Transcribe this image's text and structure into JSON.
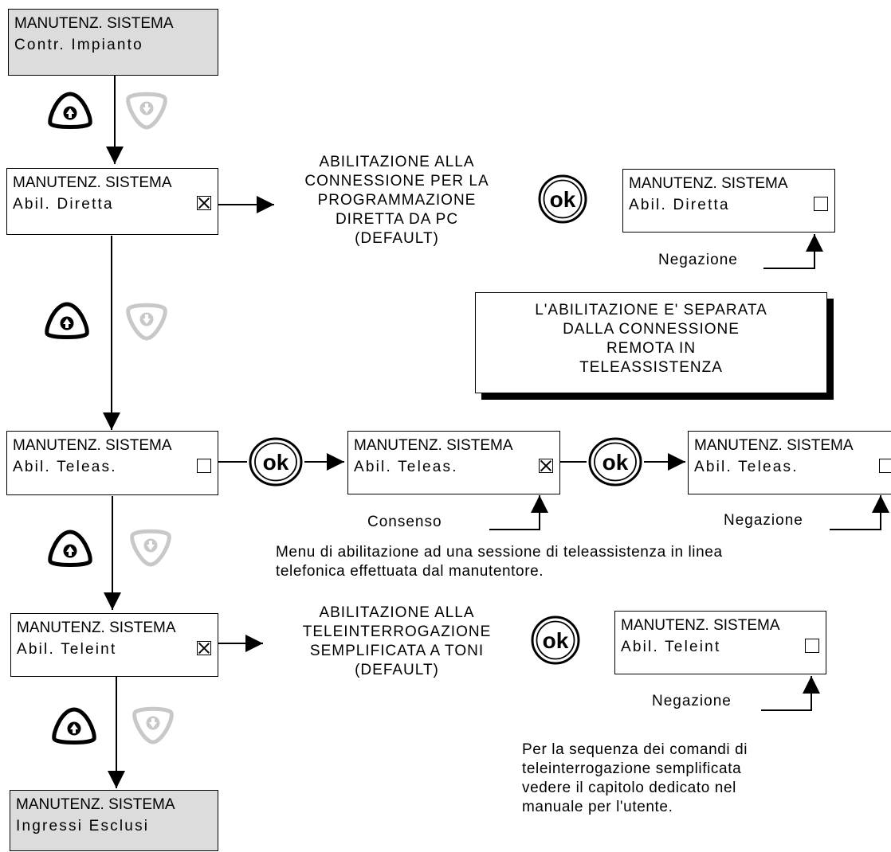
{
  "menu_title": "MANUTENZ. SISTEMA",
  "boxes": {
    "contr_impianto": {
      "line2": "Contr. Impianto"
    },
    "abil_diretta": {
      "line2": "Abil. Diretta"
    },
    "abil_diretta_neg": {
      "line2": "Abil. Diretta"
    },
    "abil_teleas": {
      "line2": "Abil. Teleas."
    },
    "abil_teleas_cons": {
      "line2": "Abil. Teleas."
    },
    "abil_teleas_neg": {
      "line2": "Abil. Teleas."
    },
    "abil_teleint": {
      "line2": "Abil. Teleint"
    },
    "abil_teleint_neg": {
      "line2": "Abil. Teleint"
    },
    "ingressi_esclusi": {
      "line2": "Ingressi Esclusi"
    }
  },
  "notes": {
    "diretta": [
      "ABILITAZIONE ALLA",
      "CONNESSIONE PER LA",
      "PROGRAMMAZIONE",
      "DIRETTA DA PC",
      "(DEFAULT)"
    ],
    "teleint": [
      "ABILITAZIONE ALLA",
      "TELEINTERROGAZIONE",
      "SEMPLIFICATA A TONI",
      "(DEFAULT)"
    ],
    "separata": [
      "L'ABILITAZIONE E' SEPARATA",
      "DALLA CONNESSIONE",
      "REMOTA IN",
      "TELEASSISTENZA"
    ],
    "teleas_menu": [
      "Menu di abilitazione ad una sessione di teleassistenza in linea",
      "telefonica effettuata dal manutentore."
    ],
    "sequenza": [
      "Per la sequenza dei comandi di",
      "teleinterrogazione  semplificata",
      "vedere il capitolo dedicato nel",
      "manuale per l'utente."
    ]
  },
  "labels": {
    "negazione": "Negazione",
    "consenso": "Consenso"
  },
  "icons": {
    "up_key": "up-arrow-key-icon",
    "down_key": "down-arrow-key-icon",
    "ok_key": "ok-key-icon"
  }
}
